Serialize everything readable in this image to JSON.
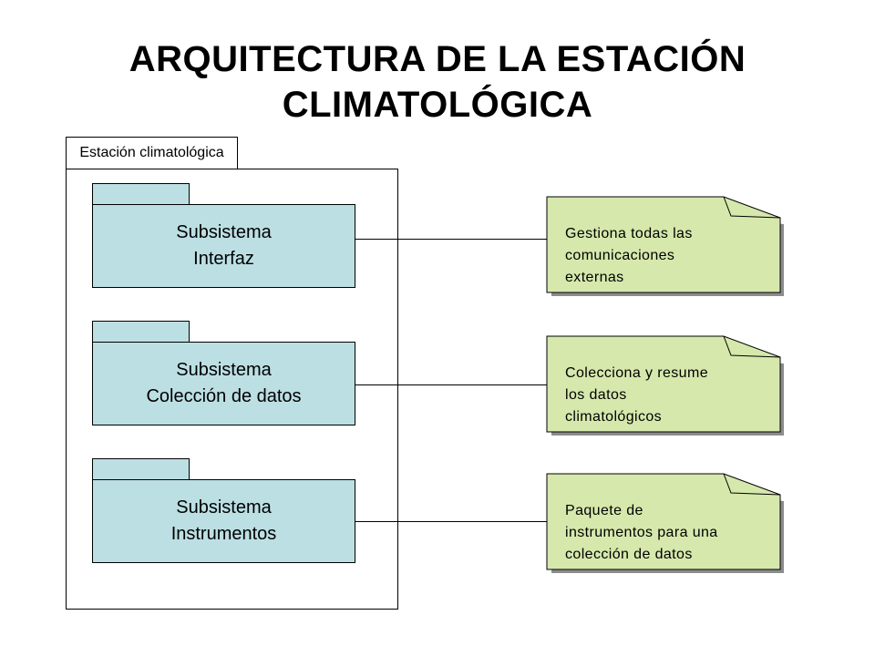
{
  "title": {
    "line1": "ARQUITECTURA DE LA ESTACIÓN",
    "line2": "CLIMATOLÓGICA"
  },
  "outer_package": {
    "label": "Estación climatológica"
  },
  "subsystems": [
    {
      "line1": "Subsistema",
      "line2": "Interfaz"
    },
    {
      "line1": "Subsistema",
      "line2": "Colección de datos"
    },
    {
      "line1": "Subsistema",
      "line2": "Instrumentos"
    }
  ],
  "notes": [
    {
      "lines": [
        "Gestiona todas las",
        "comunicaciones",
        "externas"
      ]
    },
    {
      "lines": [
        "Colecciona y resume",
        "los datos",
        "climatológicos"
      ]
    },
    {
      "lines": [
        "Paquete de",
        "instrumentos para una",
        "colección de datos"
      ]
    }
  ],
  "colors": {
    "package_fill": "#bcdfe3",
    "note_fill": "#d6e8ac",
    "note_shadow": "#8c8c8c",
    "line": "#000000"
  }
}
